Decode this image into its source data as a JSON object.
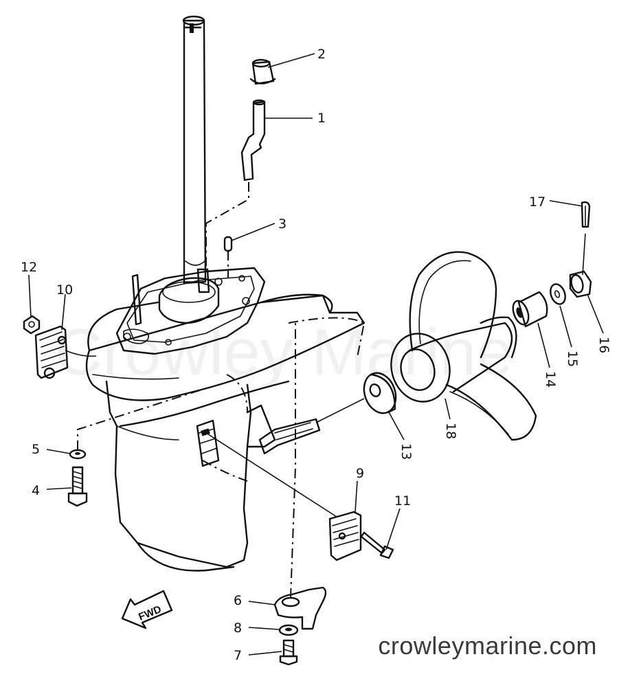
{
  "watermark": "Crowley Marine",
  "brand": "crowleymarine.com",
  "fwd_label": "FWD",
  "callouts": {
    "c1": "1",
    "c2": "2",
    "c3": "3",
    "c4": "4",
    "c5": "5",
    "c6": "6",
    "c7": "7",
    "c8": "8",
    "c9": "9",
    "c10": "10",
    "c11": "11",
    "c12": "12",
    "c13": "13",
    "c14": "14",
    "c15": "15",
    "c16": "16",
    "c17": "17",
    "c18": "18"
  }
}
